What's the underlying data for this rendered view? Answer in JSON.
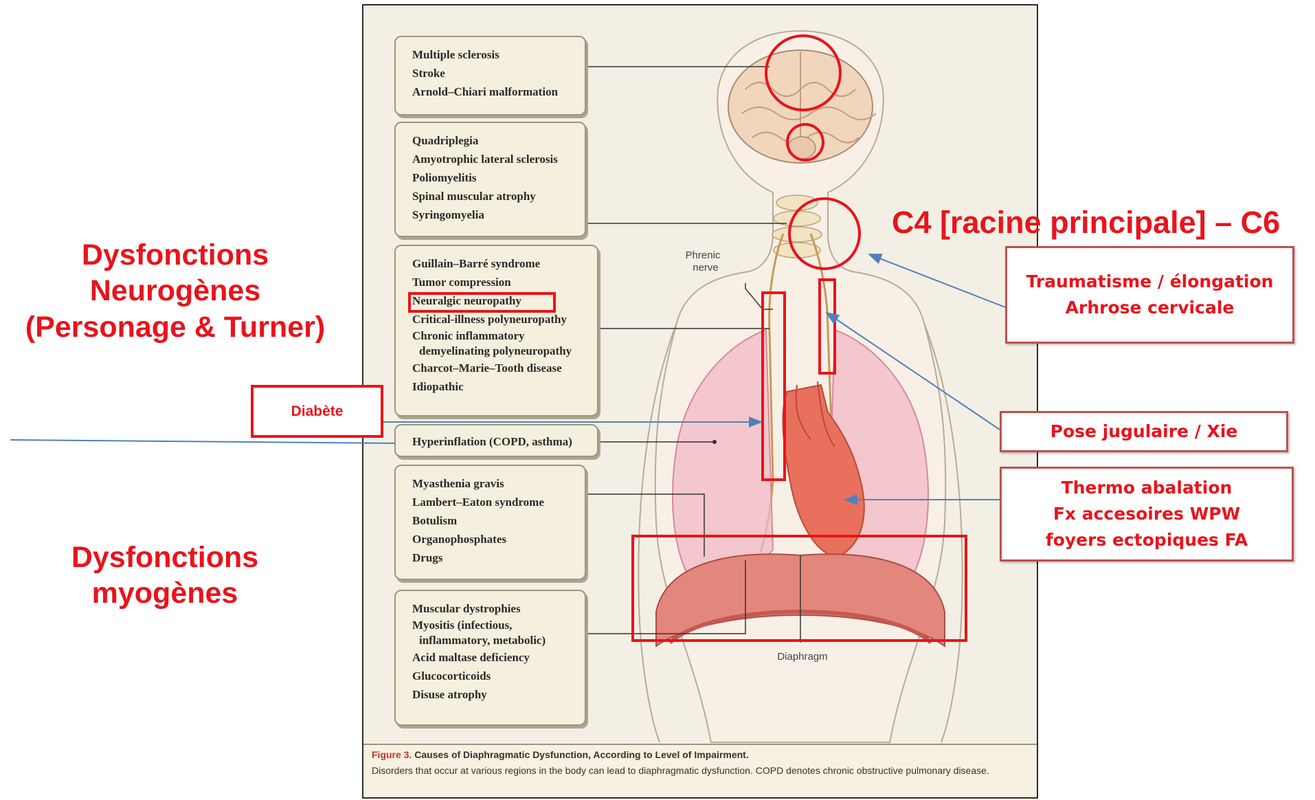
{
  "side_labels": {
    "neurogenic": [
      "Dysfonctions",
      "Neurogènes",
      "(Personage & Turner)"
    ],
    "myogenic": [
      "Dysfonctions",
      "myogènes"
    ],
    "root_level": "C4 [racine principale] – C6"
  },
  "disease_boxes": [
    [
      "Multiple sclerosis",
      "Stroke",
      "Arnold–Chiari malformation"
    ],
    [
      "Quadriplegia",
      "Amyotrophic lateral sclerosis",
      "Poliomyelitis",
      "Spinal muscular atrophy",
      "Syringomyelia"
    ],
    [
      "Guillain–Barré syndrome",
      "Tumor compression",
      "Neuralgic neuropathy",
      "Critical-illness polyneuropathy",
      "Chronic inflammatory",
      "demyelinating polyneuropathy",
      "Charcot–Marie–Tooth disease",
      "Idiopathic"
    ],
    [
      "Hyperinflation (COPD, asthma)"
    ],
    [
      "Myasthenia gravis",
      "Lambert–Eaton syndrome",
      "Botulism",
      "Organophosphates",
      "Drugs"
    ],
    [
      "Muscular dystrophies",
      "Myositis (infectious,",
      "inflammatory, metabolic)",
      "Acid maltase deficiency",
      "Glucocorticoids",
      "Disuse atrophy"
    ]
  ],
  "anatomy_labels": {
    "phrenic_nerve": [
      "Phrenic",
      "nerve"
    ],
    "diaphragm": "Diaphragm"
  },
  "annotation_boxes": {
    "diabete": "Diabète",
    "trauma": [
      "Traumatisme / élongation",
      "Arhrose cervicale"
    ],
    "jugular": "Pose jugulaire / Xie",
    "ablation": [
      "Thermo abalation",
      "Fx accesoires WPW",
      "foyers ectopiques FA"
    ]
  },
  "caption": {
    "figure_label": "Figure 3.",
    "title": "Causes of Diaphragmatic Dysfunction, According to Level of Impairment.",
    "body": "Disorders that occur at various regions in the body can lead to diaphragmatic dysfunction. COPD denotes chronic obstructive pulmonary disease."
  },
  "colors": {
    "annotation_red": "#e8141c",
    "box_border": "#c0504d",
    "arrow_blue": "#4f81bd",
    "skin": "#f7eee3",
    "lung": "#f2b8c0",
    "heart": "#e9705c",
    "diaphragm": "#d65e5a",
    "brain": "#f0d3b8"
  }
}
